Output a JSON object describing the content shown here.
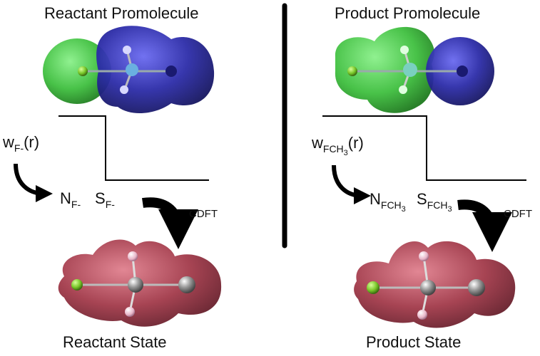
{
  "left": {
    "title": "Reactant Promolecule",
    "weight_func": "w",
    "weight_sub": "F-",
    "weight_arg": "(r)",
    "n_label": "N",
    "n_sub": "F-",
    "s_label": "S",
    "s_sub": "F-",
    "cdft": "CDFT",
    "state": "Reactant State"
  },
  "right": {
    "title": "Product Promolecule",
    "weight_func": "w",
    "weight_sub": "FCH",
    "weight_sub_num": "3",
    "weight_arg": "(r)",
    "n_label": "N",
    "n_sub": "FCH",
    "n_sub_num": "3",
    "s_label": "S",
    "s_sub": "FCH",
    "s_sub_num": "3",
    "cdft": "CDFT",
    "state": "Product State"
  },
  "colors": {
    "fragment_green": "#3fbf3f",
    "fragment_blue": "#2c2ca8",
    "state_red": "#a23a4a",
    "atom_fluorine": "#7ac82a",
    "atom_carbon": "#8c8c8c",
    "atom_hydrogen": "#e8b5c8",
    "divider": "#000000"
  }
}
